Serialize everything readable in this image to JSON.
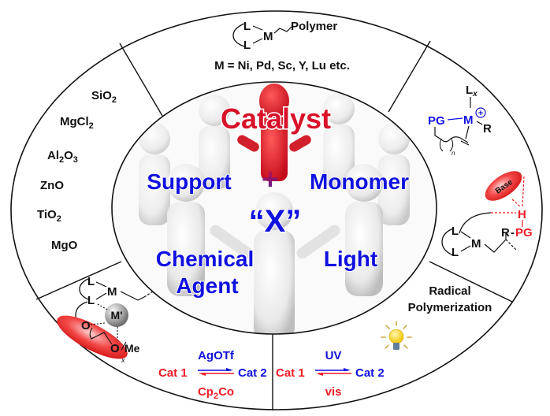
{
  "colors": {
    "black": "#111111",
    "blue": "#1010e0",
    "red": "#ee1c25",
    "catalyst_red": "#d8122a",
    "figure_white": "#eeeeee",
    "sphere_gray": "#9a9a9a",
    "bulb_yellow": "#f7d11e"
  },
  "center": {
    "catalyst": "Catalyst",
    "plus": "+",
    "x_label": "“X”",
    "support": "Support",
    "monomer": "Monomer",
    "chemical": "Chemical",
    "agent": "Agent",
    "light": "Light"
  },
  "top_segment": {
    "ligand_top": "L",
    "ligand_bottom": "L",
    "metal": "M",
    "polymer": "Polymer",
    "metals_line": "M = Ni, Pd, Sc, Y, Lu etc."
  },
  "left_segment": {
    "supports": [
      {
        "base": "SiO",
        "sub": "2",
        "tail": "",
        "tail_sub": ""
      },
      {
        "base": "MgCl",
        "sub": "2",
        "tail": "",
        "tail_sub": ""
      },
      {
        "base": "Al",
        "sub": "2",
        "tail": "O",
        "tail_sub": "3"
      },
      {
        "base": "ZnO",
        "sub": "",
        "tail": "",
        "tail_sub": ""
      },
      {
        "base": "TiO",
        "sub": "2",
        "tail": "",
        "tail_sub": ""
      },
      {
        "base": "MgO",
        "sub": "",
        "tail": "",
        "tail_sub": ""
      }
    ]
  },
  "upper_right_segment": {
    "lx": "L",
    "lx_sub": "x",
    "pg": "PG",
    "metal": "M",
    "charge": "+",
    "r": "R",
    "n": "n"
  },
  "lower_right_segment": {
    "base": "Base",
    "h": "H",
    "r": "R",
    "pg": "PG",
    "dash": "-",
    "ligand_top": "L",
    "ligand_bottom": "L",
    "metal": "M"
  },
  "bottom_right_segment": {
    "radical": "Radical",
    "polymerization": "Polymerization",
    "cat1": "Cat 1",
    "cat2": "Cat 2",
    "forward": "UV",
    "reverse": "vis"
  },
  "bottom_left_segment": {
    "ligand_top": "L",
    "ligand_bottom": "L",
    "metal": "M",
    "metal2": "M'",
    "o1": "O",
    "o2": "O",
    "me": "Me",
    "x": "x",
    "cat1": "Cat 1",
    "cat2": "Cat 2",
    "forward": "AgOTf",
    "reverse_base": "Cp",
    "reverse_sub": "2",
    "reverse_tail": "Co"
  }
}
